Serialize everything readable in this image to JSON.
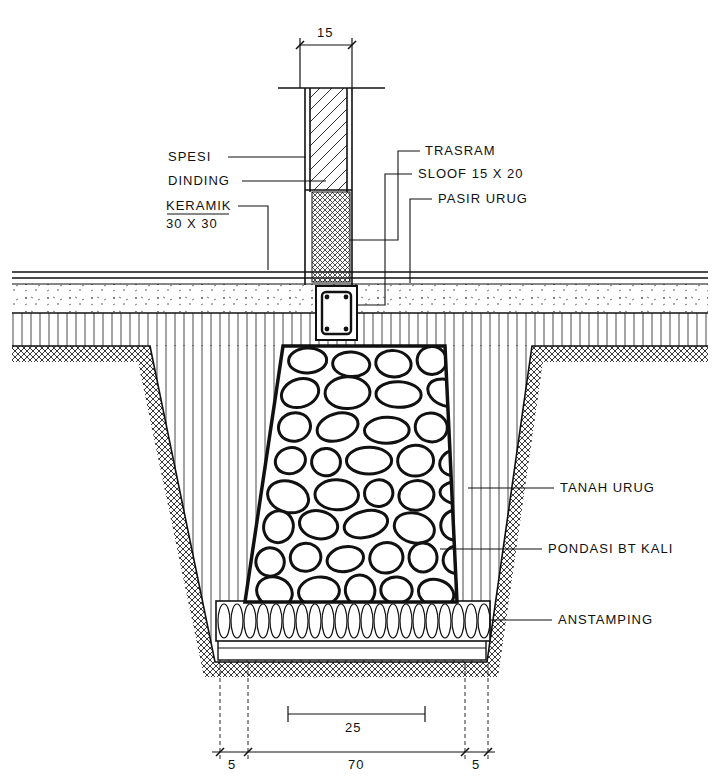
{
  "diagram": {
    "labels": [
      "15",
      "SPESI",
      "DINDING",
      "KERAMIK 30 X 30",
      "TRASRAM",
      "SLOOF 15 X 20",
      "PASIR URUG",
      "TANAH URUG",
      "PONDASI BT KALI",
      "ANSTAMPING",
      "25",
      "5",
      "70",
      "5"
    ]
  }
}
